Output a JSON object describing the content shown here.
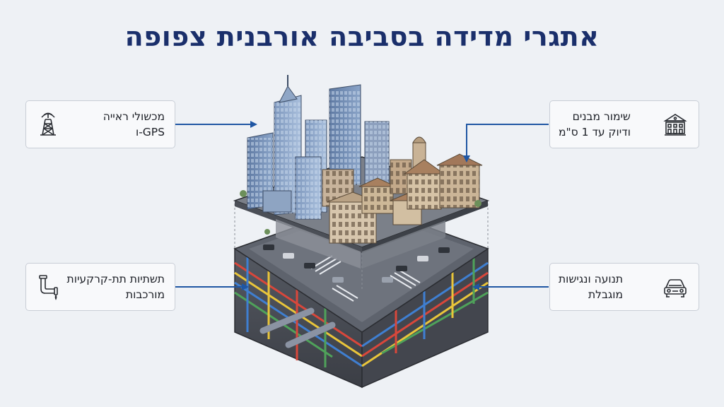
{
  "title": "אתגרי מדידה בסביבה אורבנית צפופה",
  "cards": {
    "top_left": {
      "line1": "מכשולי ראייה",
      "line2": "GPS-ו",
      "icon": "antenna-tower-icon"
    },
    "top_right": {
      "line1": "שימור מבנים",
      "line2": "ודיוק עד 1 ס\"מ",
      "icon": "historic-building-icon"
    },
    "bottom_left": {
      "line1": "תשתיות תת-קרקעיות",
      "line2": "מורכבות",
      "icon": "pipe-icon"
    },
    "bottom_right": {
      "line1": "תנועה ונגישות",
      "line2": "מוגבלת",
      "icon": "car-icon"
    }
  },
  "colors": {
    "title": "#1a2f6b",
    "arrow": "#1f56a3",
    "card_border": "#c9ced6",
    "pipe_red": "#d9473b",
    "pipe_yellow": "#e9c53a",
    "pipe_blue": "#3f7fd1",
    "pipe_green": "#4fa25a",
    "soil": "#4a4d55"
  }
}
